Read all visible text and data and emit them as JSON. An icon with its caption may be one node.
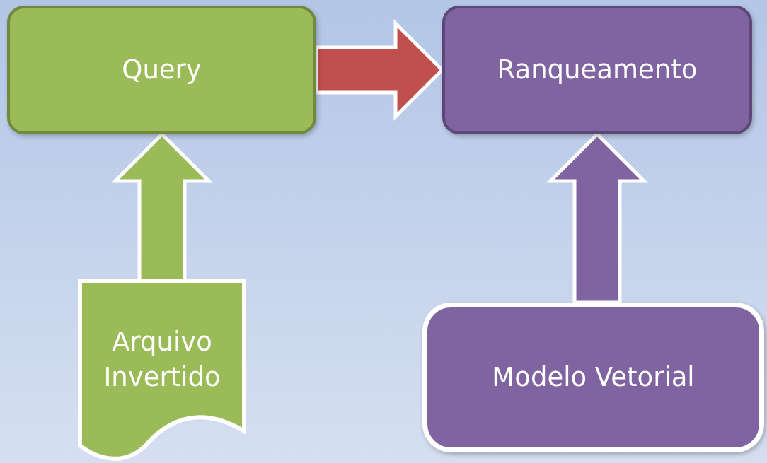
{
  "diagram": {
    "nodes": [
      {
        "text": [
          "Query"
        ]
      },
      {
        "text": [
          "Ranqueamento"
        ]
      },
      {
        "text": [
          "Arquivo Invertido"
        ]
      },
      {
        "text": [
          "Modelo Vetorial"
        ]
      }
    ],
    "edges": [
      {
        "from": 0,
        "to": 1,
        "arrow": "to",
        "style": "thick",
        "color": "#c0504d"
      },
      {
        "from": 2,
        "to": 0,
        "arrow": "to",
        "style": "thick",
        "color": "#9bbb59"
      },
      {
        "from": 3,
        "to": 1,
        "arrow": "to",
        "style": "thick",
        "color": "#8064a2"
      }
    ]
  }
}
